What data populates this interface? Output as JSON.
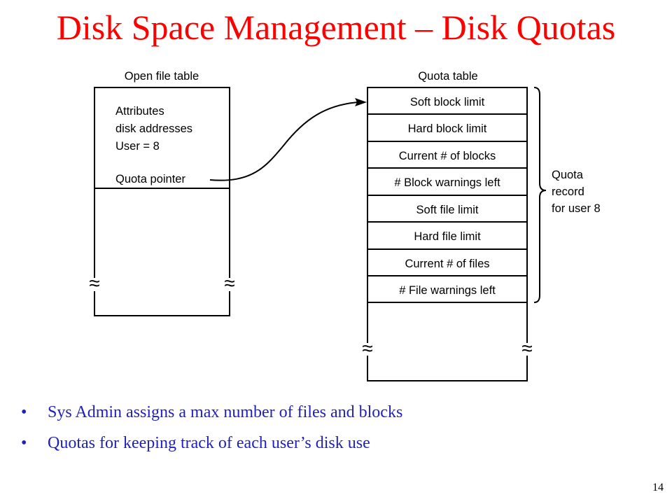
{
  "title": "Disk Space Management – Disk Quotas",
  "open_file_table": {
    "caption": "Open file table",
    "lines": [
      "Attributes",
      "disk addresses",
      "User = 8"
    ],
    "pointer_label": "Quota pointer"
  },
  "quota_table": {
    "caption": "Quota table",
    "rows": [
      "Soft block limit",
      "Hard block limit",
      "Current # of blocks",
      "# Block warnings left",
      "Soft file limit",
      "Hard file limit",
      "Current # of files",
      "# File warnings left"
    ]
  },
  "brace_label": [
    "Quota",
    "record",
    "for user 8"
  ],
  "break_symbol": "≈",
  "bullet_symbol": "•",
  "bullets": [
    "Sys Admin assigns a max number of files and blocks",
    "Quotas for keeping track of each user’s disk use"
  ],
  "page_number": "14",
  "colors": {
    "title": "#ff0000",
    "bullets": "#1f1fbf",
    "lines": "#000000"
  }
}
